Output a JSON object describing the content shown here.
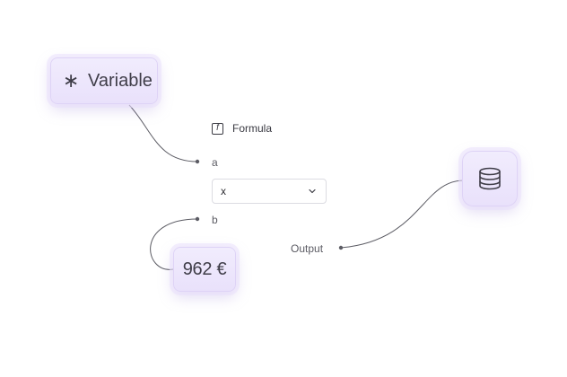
{
  "variable_node": {
    "icon": "asterisk-icon",
    "glyph": "∗",
    "label": "Variable"
  },
  "formula": {
    "icon": "function-icon",
    "title": "Formula",
    "input_a": "a",
    "select_value": "x",
    "input_b": "b",
    "output_label": "Output"
  },
  "price_node": {
    "value": "962 €"
  },
  "db_node": {
    "icon": "database-icon"
  },
  "colors": {
    "node_fill": "#ece5fc",
    "node_border": "#ded3f6",
    "wire": "#5c5c64",
    "text": "#3f3d48"
  }
}
